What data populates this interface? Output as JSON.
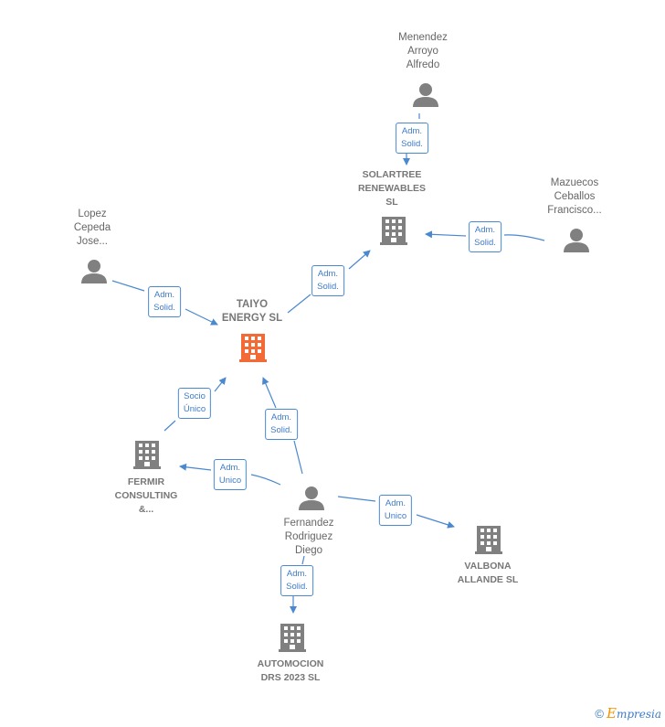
{
  "nodes": {
    "taiyo": {
      "label": "TAIYO\nENERGY  SL",
      "type": "company-main"
    },
    "solartree": {
      "label": "SOLARTREE\nRENEWABLES\nSL",
      "type": "company"
    },
    "fermir": {
      "label": "FERMIR\nCONSULTING\n&...",
      "type": "company"
    },
    "valbona": {
      "label": "VALBONA\nALLANDE  SL",
      "type": "company"
    },
    "automocion": {
      "label": "AUTOMOCION\nDRS 2023  SL",
      "type": "company"
    },
    "menendez": {
      "label": "Menendez\nArroyo\nAlfredo",
      "type": "person"
    },
    "mazuecos": {
      "label": "Mazuecos\nCeballos\nFrancisco...",
      "type": "person"
    },
    "lopez": {
      "label": "Lopez\nCepeda\nJose...",
      "type": "person"
    },
    "fernandez": {
      "label": "Fernandez\nRodriguez\nDiego",
      "type": "person"
    }
  },
  "edges": [
    {
      "id": "menendez-solartree",
      "label": "Adm.\nSolid."
    },
    {
      "id": "mazuecos-solartree",
      "label": "Adm.\nSolid."
    },
    {
      "id": "taiyo-solartree",
      "label": "Adm.\nSolid."
    },
    {
      "id": "lopez-taiyo",
      "label": "Adm.\nSolid."
    },
    {
      "id": "fermir-taiyo",
      "label": "Socio\nÚnico"
    },
    {
      "id": "fernandez-taiyo",
      "label": "Adm.\nSolid."
    },
    {
      "id": "fernandez-fermir",
      "label": "Adm.\nUnico"
    },
    {
      "id": "fernandez-valbona",
      "label": "Adm.\nUnico"
    },
    {
      "id": "fernandez-automocion",
      "label": "Adm.\nSolid."
    }
  ],
  "colors": {
    "edge": "#4a88d0",
    "main_company": "#f26a35",
    "company": "#808080",
    "person": "#808080"
  },
  "footer": {
    "copyright": "©",
    "brand_initial": "E",
    "brand_rest": "mpresia"
  }
}
